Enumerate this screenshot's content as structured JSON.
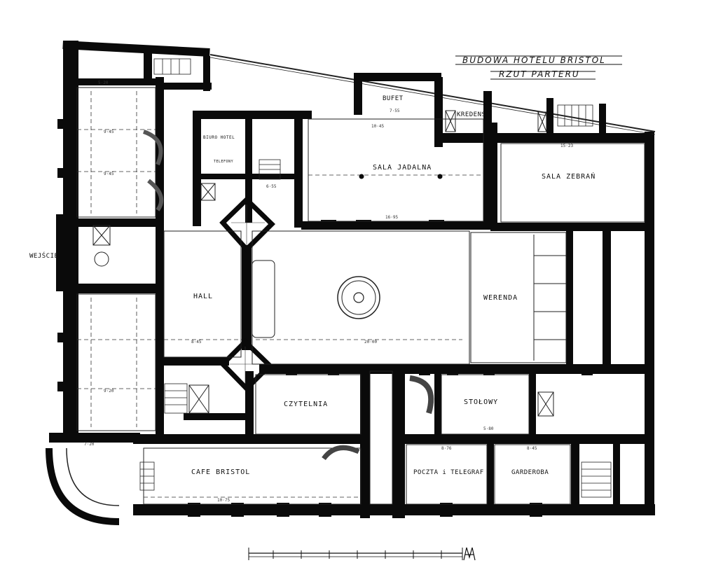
{
  "title": {
    "line1": "BUDOWA HOTELU BRISTOL",
    "line2": "RZUT PARTERU"
  },
  "rooms": {
    "bufet": "BUFET",
    "kredens": "KREDENS",
    "sala_jadalna": "SALA JADALNA",
    "sala_zebran": "SALA ZEBRAŃ",
    "hall": "HALL",
    "werenda": "WERENDA",
    "czytelnia": "CZYTELNIA",
    "stolowy": "STOŁOWY",
    "cafe_bristol": "CAFE BRISTOL",
    "poczta": "POCZTA i TELEGRAF",
    "garderoba": "GARDEROBA",
    "biuro": "BIURO HOTEL",
    "telefony": "TELEFONY",
    "wejscie": "WEJŚCIE"
  },
  "dimensions": {
    "d1": "5·20",
    "d2": "9·45",
    "d3": "9·45",
    "d4": "9·20",
    "d5": "7·20",
    "d6": "10·75",
    "d7": "8·45",
    "d8": "20·00",
    "d9": "16·95",
    "d10": "15·23",
    "d11": "7·55",
    "d12": "8·76",
    "d13": "8·45",
    "d14": "5·80",
    "d15": "10·45",
    "d16": "6·55"
  },
  "colors": {
    "wall": "#0a0a0a",
    "line": "#222222",
    "paper": "#ffffff"
  }
}
